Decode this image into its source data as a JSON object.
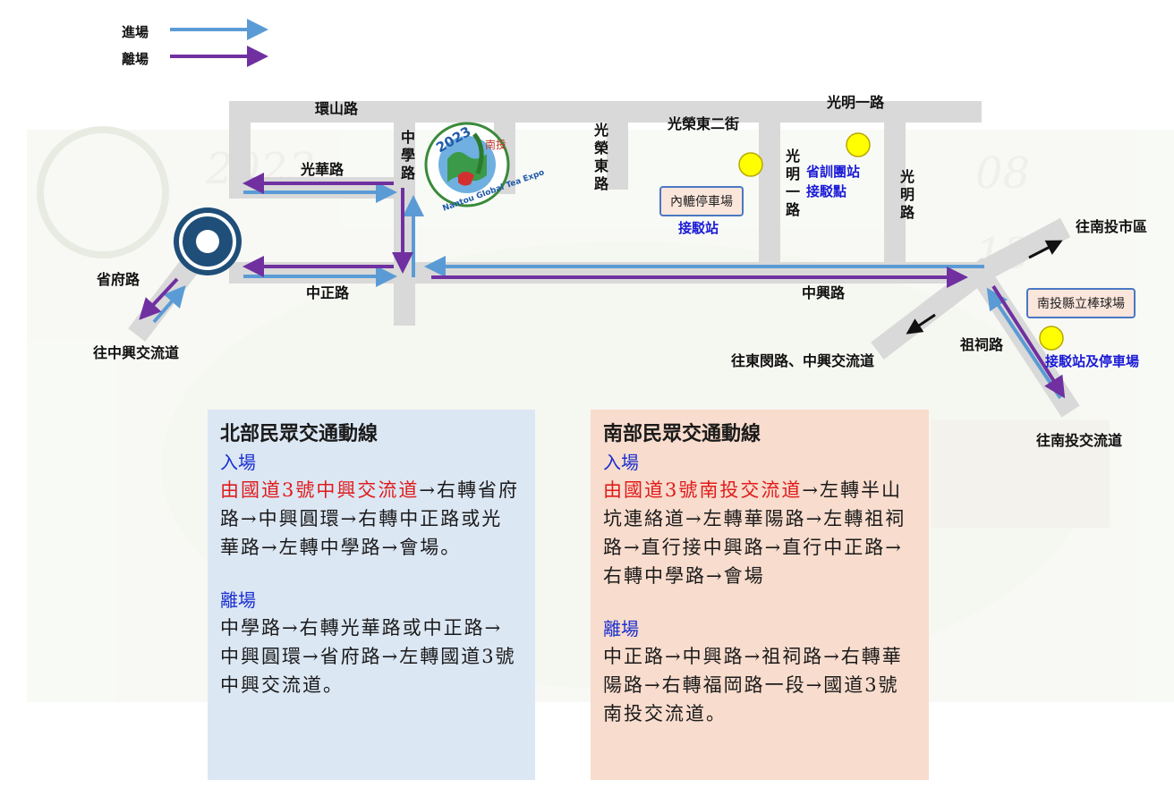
{
  "legend": {
    "enter": "進場",
    "exit": "離場"
  },
  "colors": {
    "enter": "#5b9bd5",
    "exit": "#7030a0",
    "road": "#d9d9d9",
    "stop": "#ffff00",
    "roundabout": "#1f4e79"
  },
  "roads": {
    "huanshan": "環山路",
    "guanghua": "光華路",
    "zhongxue": "中學路",
    "guangrong_dong": "光榮東路",
    "guangrong_dong_2": "光榮東二街",
    "guangming_1": "光明一路",
    "guangming_1_vert": "光明一路",
    "guangming": "光明路",
    "zhongzheng": "中正路",
    "zhongxing": "中興路",
    "shengfu": "省府路",
    "zuci": "祖祠路"
  },
  "destinations": {
    "to_zhongxing_ic": "往中興交流道",
    "to_nantou_city": "往南投市區",
    "to_dongmin": "往東閔路、中興交流道",
    "to_nantou_ic": "往南投交流道"
  },
  "places": {
    "inner_parking": "內轆停車場",
    "shuttle_stop": "接駁站",
    "training_stop_1": "省訓團站",
    "training_stop_2": "接駁點",
    "stadium": "南投縣立棒球場",
    "stadium_stop": "接駁站及停車場"
  },
  "logo": {
    "year": "2023",
    "char": "南投",
    "ring": "Nantou Global Tea Expo"
  },
  "north": {
    "title": "北部民眾交通動線",
    "enter_label": "入場",
    "enter_highlight": "由國道3號中興交流道",
    "enter_rest": "→右轉省府路→中興圓環→右轉中正路或光華路→左轉中學路→會場。",
    "exit_label": "離場",
    "exit_text": "中學路→右轉光華路或中正路→中興圓環→省府路→左轉國道3號中興交流道。"
  },
  "south": {
    "title": "南部民眾交通動線",
    "enter_label": "入場",
    "enter_highlight": "由國道3號南投交流道",
    "enter_rest": "→左轉半山坑連絡道→左轉華陽路→左轉祖祠路→直行接中興路→直行中正路→右轉中學路→會場",
    "exit_label": "離場",
    "exit_text": "中正路→中興路→祖祠路→右轉華陽路→右轉福岡路一段→國道3號南投交流道。"
  }
}
